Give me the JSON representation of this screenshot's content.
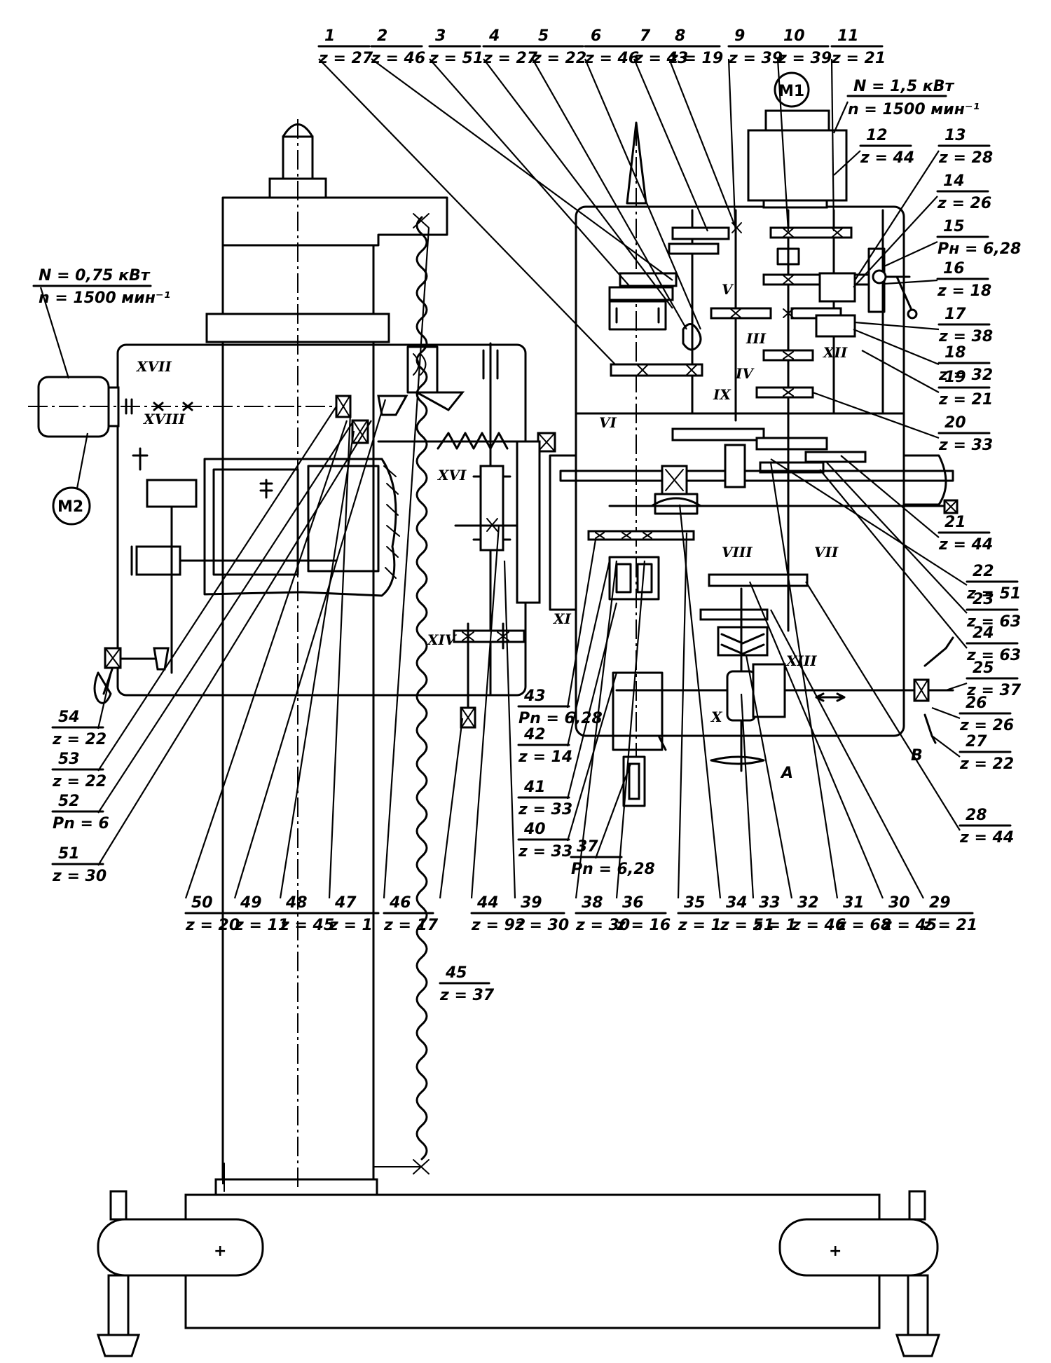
{
  "motors": [
    {
      "id": "M1",
      "label": "M1",
      "power": "N = 1,5 кВт",
      "speed": "n = 1500 мин⁻¹"
    },
    {
      "id": "M2",
      "label": "M2",
      "power": "N = 0,75 кВт",
      "speed": "n = 1500 мин⁻¹"
    }
  ],
  "top_labels": [
    {
      "num": "1",
      "z": "z = 27"
    },
    {
      "num": "2",
      "z": "z = 46"
    },
    {
      "num": "3",
      "z": "z = 51"
    },
    {
      "num": "4",
      "z": "z = 27"
    },
    {
      "num": "5",
      "z": "z = 22"
    },
    {
      "num": "6",
      "z": "z = 46"
    },
    {
      "num": "7",
      "z": "z = 43"
    },
    {
      "num": "8",
      "z": "z = 19"
    },
    {
      "num": "9",
      "z": "z = 39"
    },
    {
      "num": "10",
      "z": "z = 39"
    },
    {
      "num": "11",
      "z": "z = 21"
    }
  ],
  "right_labels": [
    {
      "num": "12",
      "z": "z = 44"
    },
    {
      "num": "13",
      "z": "z = 28"
    },
    {
      "num": "14",
      "z": "z = 26"
    },
    {
      "num": "15",
      "z": "Pн = 6,28"
    },
    {
      "num": "16",
      "z": "z = 18"
    },
    {
      "num": "17",
      "z": "z = 38"
    },
    {
      "num": "18",
      "z": "z = 32"
    },
    {
      "num": "19",
      "z": "z = 21"
    },
    {
      "num": "20",
      "z": "z = 33"
    },
    {
      "num": "21",
      "z": "z = 44"
    },
    {
      "num": "22",
      "z": "z = 51"
    },
    {
      "num": "23",
      "z": "z = 63"
    },
    {
      "num": "24",
      "z": "z = 63"
    },
    {
      "num": "25",
      "z": "z = 37"
    },
    {
      "num": "26",
      "z": "z = 26"
    },
    {
      "num": "27",
      "z": "z = 22"
    },
    {
      "num": "28",
      "z": "z = 44"
    }
  ],
  "bottom_labels": [
    {
      "num": "29",
      "z": "z = 21"
    },
    {
      "num": "30",
      "z": "z = 45"
    },
    {
      "num": "31",
      "z": "z = 68"
    },
    {
      "num": "32",
      "z": "z = 46"
    },
    {
      "num": "33",
      "z": "z = 1"
    },
    {
      "num": "34",
      "z": "z = 51"
    },
    {
      "num": "35",
      "z": "z = 1"
    },
    {
      "num": "36",
      "z": "z = 16"
    },
    {
      "num": "38",
      "z": "z = 30"
    },
    {
      "num": "39",
      "z": "z = 30"
    },
    {
      "num": "44",
      "z": "z = 92"
    },
    {
      "num": "45",
      "z": "z = 37"
    },
    {
      "num": "46",
      "z": "z = 17"
    },
    {
      "num": "47",
      "z": "z = 1"
    },
    {
      "num": "48",
      "z": "z = 45"
    },
    {
      "num": "49",
      "z": "z = 11"
    },
    {
      "num": "50",
      "z": "z = 20"
    }
  ],
  "mid_labels": [
    {
      "num": "37",
      "z": "Pn = 6,28"
    },
    {
      "num": "40",
      "z": "z = 33"
    },
    {
      "num": "41",
      "z": "z = 33"
    },
    {
      "num": "42",
      "z": "z = 14"
    },
    {
      "num": "43",
      "z": "Pn = 6,28"
    }
  ],
  "left_labels": [
    {
      "num": "51",
      "z": "z = 30"
    },
    {
      "num": "52",
      "z": "Pn = 6"
    },
    {
      "num": "53",
      "z": "z = 22"
    },
    {
      "num": "54",
      "z": "z = 22"
    }
  ],
  "shafts": [
    "III",
    "IV",
    "V",
    "VI",
    "VII",
    "VIII",
    "IX",
    "X",
    "XI",
    "XII",
    "XIII",
    "XIV",
    "XVI",
    "XVII",
    "XVIII"
  ],
  "letters": [
    "A",
    "B"
  ]
}
